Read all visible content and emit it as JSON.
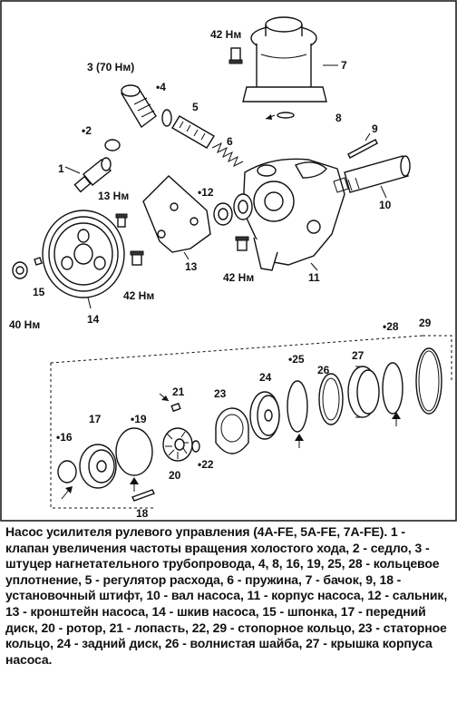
{
  "labels": {
    "l42nm_top": "42 Нм",
    "l3": "3 (70 Нм)",
    "l4": "•4",
    "l5": "5",
    "l7": "7",
    "l8": "8",
    "l2": "•2",
    "l6": "6",
    "l9": "9",
    "l1": "1",
    "l13nm": "13 Нм",
    "l12": "•12",
    "l10": "10",
    "l13": "13",
    "l11": "11",
    "l42nm_mid": "42 Нм",
    "l42nm_low": "42 Нм",
    "l15": "15",
    "l40nm": "40 Нм",
    "l14": "14",
    "l29": "29",
    "l28": "•28",
    "l27": "27",
    "l25": "•25",
    "l26": "26",
    "l24": "24",
    "l21": "21",
    "l23": "23",
    "l17": "17",
    "l19": "•19",
    "l16": "•16",
    "l22": "•22",
    "l20": "20",
    "l18": "18"
  },
  "caption": "Насос усилителя рулевого управления (4A-FE, 5A-FE, 7A-FE). 1 - клапан увеличения частоты вращения холостого хода, 2 - седло, 3 - штуцер нагнетательного трубопровода, 4, 8, 16, 19, 25, 28 - кольцевое уплотнение, 5 - регулятор расхода, 6 - пружина, 7 - бачок, 9, 18 - установочный штифт, 10 - вал насоса, 11 - корпус насоса, 12 - сальник, 13 - кронштейн насоса, 14 - шкив насоса, 15 - шпонка, 17 - передний диск, 20 - ротор, 21 - лопасть, 22, 29 - стопорное кольцо, 23 - статорное кольцо, 24 - задний диск, 26 - волнистая шайба, 27 - крышка корпуса насоса."
}
